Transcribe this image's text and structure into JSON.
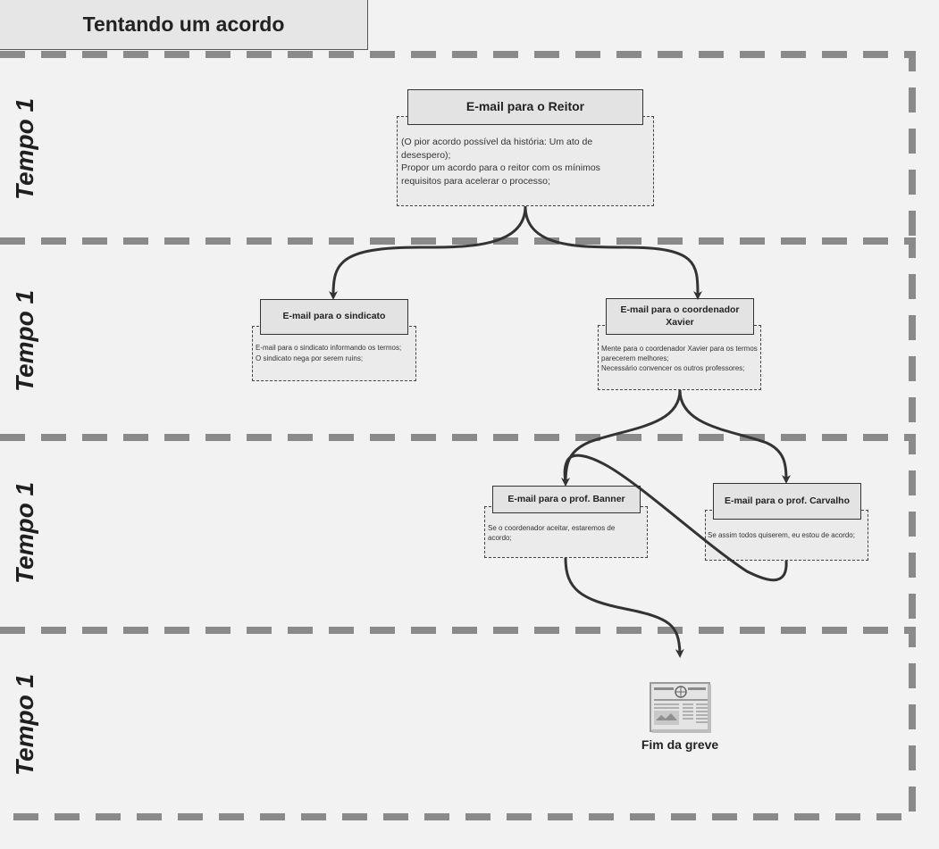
{
  "board": {
    "title": "Tentando um acordo",
    "lanes": [
      "Tempo 1",
      "Tempo 1",
      "Tempo 1",
      "Tempo 1"
    ]
  },
  "nodes": {
    "reitor": {
      "title": "E-mail para o Reitor",
      "text": "(O pior acordo possível da história: Um ato de desespero);\nPropor um acordo para o reitor com os mínimos requisitos para acelerar o processo;"
    },
    "sindicato": {
      "title": "E-mail para o sindicato",
      "text": "E-mail para o sindicato informando os termos;\nO sindicato nega por serem ruins;"
    },
    "xavier": {
      "title": "E-mail para o coordenador Xavier",
      "text": "Mente para o coordenador Xavier para os termos parecerem melhores;\nNecessário convencer os outros professores;"
    },
    "banner": {
      "title": "E-mail para o prof. Banner",
      "text": "Se o coordenador aceitar, estaremos de acordo;"
    },
    "carvalho": {
      "title": "E-mail para o prof. Carvalho",
      "text": "Se assim todos quiserem, eu estou de acordo;"
    },
    "fim": {
      "label": "Fim da greve",
      "icon": "newspaper-icon"
    }
  },
  "colors": {
    "background": "#f2f2f2",
    "lane_border": "#8a8a8a",
    "connector": "#333333"
  }
}
